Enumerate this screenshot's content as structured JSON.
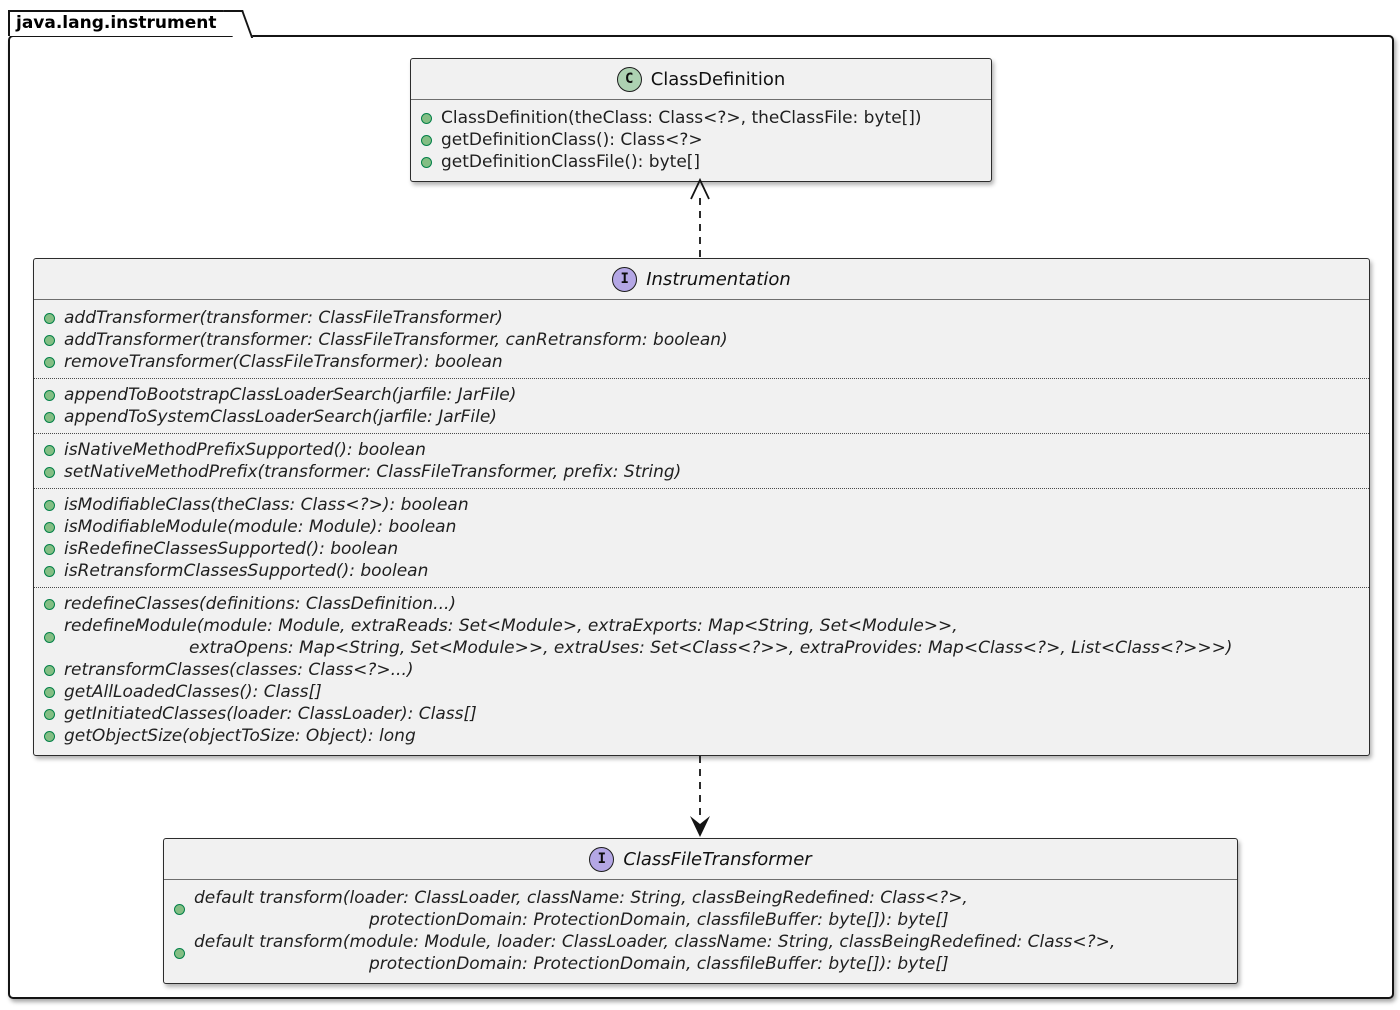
{
  "package": {
    "name": "java.lang.instrument"
  },
  "colors": {
    "box_bg": "#F1F1F1",
    "box_border": "#2c2c2c",
    "class_circle": "#ADD1B2",
    "interface_circle": "#B4A7E5",
    "method_dot": "#84BE84",
    "method_dot_border": "#038048"
  },
  "classes": [
    {
      "kind": "class",
      "letter": "C",
      "name": "ClassDefinition",
      "sections": [
        {
          "methods": [
            {
              "lines": [
                "ClassDefinition(theClass: Class<?>, theClassFile: byte[])"
              ]
            },
            {
              "lines": [
                "getDefinitionClass(): Class<?>"
              ]
            },
            {
              "lines": [
                "getDefinitionClassFile(): byte[]"
              ]
            }
          ]
        }
      ]
    },
    {
      "kind": "interface",
      "letter": "I",
      "name": "Instrumentation",
      "sections": [
        {
          "methods": [
            {
              "lines": [
                "addTransformer(transformer: ClassFileTransformer)"
              ]
            },
            {
              "lines": [
                "addTransformer(transformer: ClassFileTransformer, canRetransform: boolean)"
              ]
            },
            {
              "lines": [
                "removeTransformer(ClassFileTransformer): boolean"
              ]
            }
          ]
        },
        {
          "methods": [
            {
              "lines": [
                "appendToBootstrapClassLoaderSearch(jarfile: JarFile)"
              ]
            },
            {
              "lines": [
                "appendToSystemClassLoaderSearch(jarfile: JarFile)"
              ]
            }
          ]
        },
        {
          "methods": [
            {
              "lines": [
                "isNativeMethodPrefixSupported(): boolean"
              ]
            },
            {
              "lines": [
                "setNativeMethodPrefix(transformer: ClassFileTransformer, prefix: String)"
              ]
            }
          ]
        },
        {
          "methods": [
            {
              "lines": [
                "isModifiableClass(theClass: Class<?>): boolean"
              ]
            },
            {
              "lines": [
                "isModifiableModule(module: Module): boolean"
              ]
            },
            {
              "lines": [
                "isRedefineClassesSupported(): boolean"
              ]
            },
            {
              "lines": [
                "isRetransformClassesSupported(): boolean"
              ]
            }
          ]
        },
        {
          "methods": [
            {
              "lines": [
                "redefineClasses(definitions: ClassDefinition...)"
              ]
            },
            {
              "lines": [
                "redefineModule(module: Module, extraReads: Set<Module>, extraExports: Map<String, Set<Module>>,",
                "extraOpens: Map<String, Set<Module>>, extraUses: Set<Class<?>>, extraProvides: Map<Class<?>, List<Class<?>>>)"
              ]
            },
            {
              "lines": [
                "retransformClasses(classes: Class<?>...)"
              ]
            },
            {
              "lines": [
                "getAllLoadedClasses(): Class[]"
              ]
            },
            {
              "lines": [
                "getInitiatedClasses(loader: ClassLoader): Class[]"
              ]
            },
            {
              "lines": [
                "getObjectSize(objectToSize: Object): long"
              ]
            }
          ]
        }
      ]
    },
    {
      "kind": "interface",
      "letter": "I",
      "name": "ClassFileTransformer",
      "sections": [
        {
          "methods": [
            {
              "lines": [
                "default transform(loader: ClassLoader, className: String, classBeingRedefined: Class<?>,",
                "protectionDomain: ProtectionDomain, classfileBuffer: byte[]): byte[]"
              ]
            },
            {
              "lines": [
                "default transform(module: Module, loader: ClassLoader, className: String, classBeingRedefined: Class<?>,",
                "protectionDomain: ProtectionDomain, classfileBuffer: byte[]): byte[]"
              ]
            }
          ]
        }
      ]
    }
  ]
}
